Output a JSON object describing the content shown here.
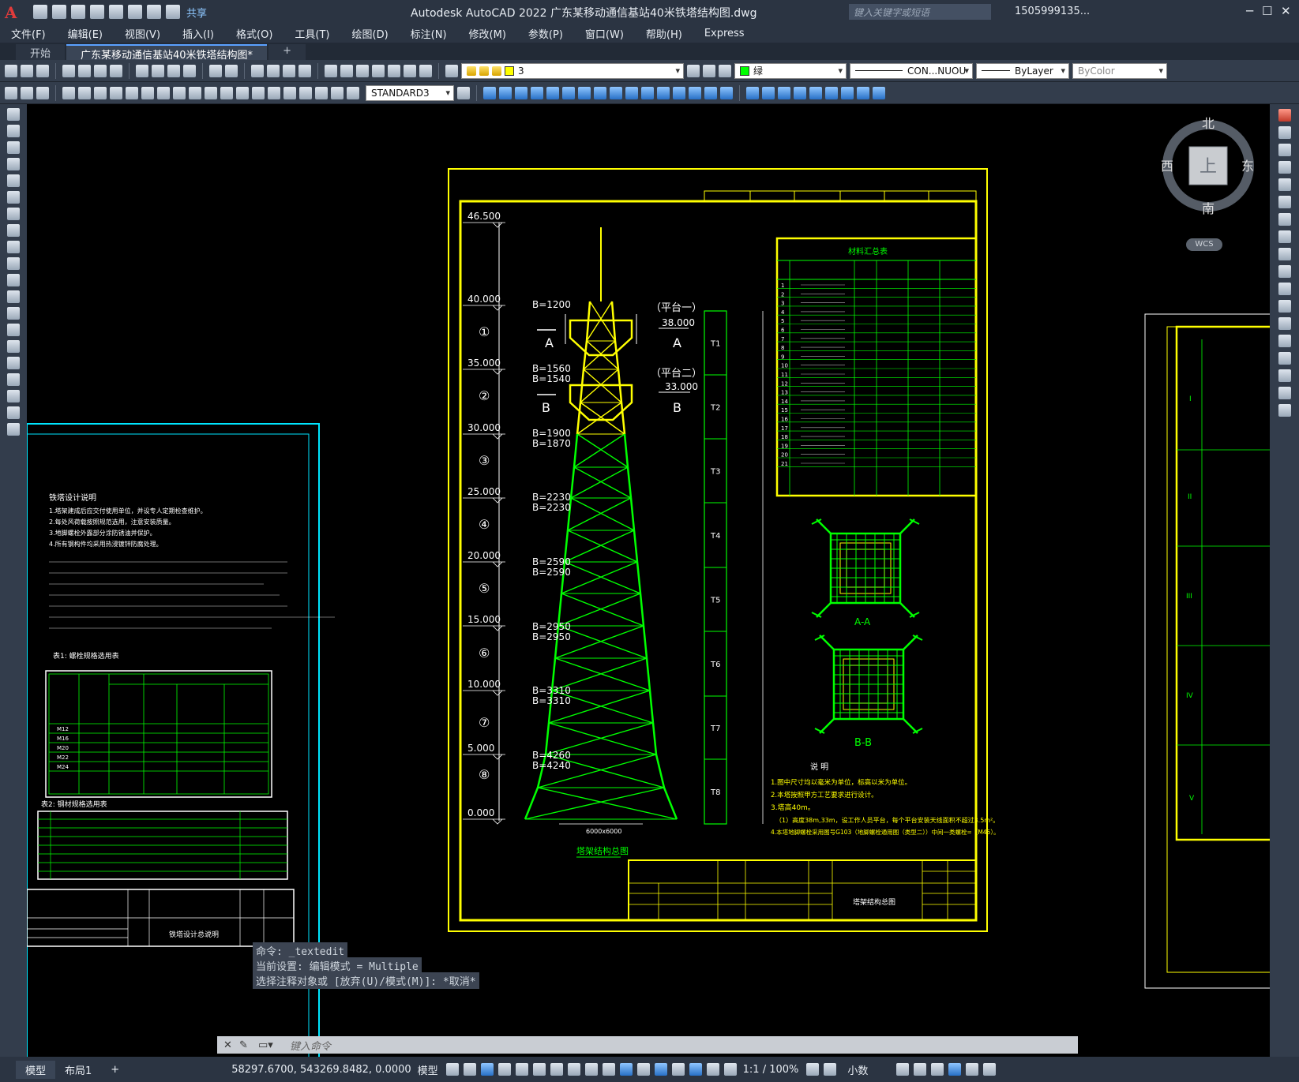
{
  "app": {
    "title": "Autodesk AutoCAD 2022    广东某移动通信基站40米铁塔结构图.dwg",
    "share_label": "共享",
    "search_placeholder": "键入关键字或短语",
    "user": "1505999135...",
    "logo_letter": "A"
  },
  "menu": [
    "文件(F)",
    "编辑(E)",
    "视图(V)",
    "插入(I)",
    "格式(O)",
    "工具(T)",
    "绘图(D)",
    "标注(N)",
    "修改(M)",
    "参数(P)",
    "窗口(W)",
    "帮助(H)",
    "Express"
  ],
  "tabs": [
    {
      "label": "开始"
    },
    {
      "label": "广东某移动通信基站40米铁塔结构图*"
    }
  ],
  "toolbar": {
    "layer_value": "3",
    "color_value": "绿",
    "linetype_value": "CON...NUOU",
    "lineweight_value": "ByLayer",
    "plotstyle_value": "ByColor",
    "dimstyle_value": "STANDARD3"
  },
  "viewcube": {
    "north": "北",
    "south": "南",
    "east": "东",
    "west": "西",
    "top": "上",
    "wcs": "WCS"
  },
  "command": {
    "history": [
      "命令: _textedit",
      "当前设置: 编辑模式 = Multiple",
      "选择注释对象或 [放弃(U)/模式(M)]: *取消*"
    ],
    "placeholder": "键入命令"
  },
  "layout_tabs": [
    "模型",
    "布局1"
  ],
  "status": {
    "coords": "58297.6700, 543269.8482, 0.0000",
    "model": "模型",
    "scale": "1:1 / 100%",
    "units": "小数"
  },
  "drawing": {
    "elevations": [
      "46.500",
      "40.000",
      "35.000",
      "30.000",
      "25.000",
      "20.000",
      "15.000",
      "10.000",
      "5.000",
      "0.000"
    ],
    "section_numbers": [
      "①",
      "②",
      "③",
      "④",
      "⑤",
      "⑥",
      "⑦",
      "⑧"
    ],
    "b_labels": [
      "B=1200",
      "B=1560",
      "B=1540",
      "B=1900",
      "B=1870",
      "B=2230",
      "B=2230",
      "B=2590",
      "B=2590",
      "B=2950",
      "B=2950",
      "B=3310",
      "B=3310",
      "B=4260",
      "B=4240"
    ],
    "platform1": "（平台一）",
    "platform1_elev": "38.000",
    "platform2": "（平台二）",
    "platform2_elev": "33.000",
    "section_a": "A",
    "section_b": "B",
    "base_dim": "6000x6000",
    "tower_title": "塔架结构总图",
    "t_labels": [
      "T1",
      "T2",
      "T3",
      "T4",
      "T5",
      "T6",
      "T7",
      "T8"
    ],
    "material_table_title": "材料汇总表",
    "aa_label": "A-A",
    "bb_label": "B-B",
    "notes_title": "说 明",
    "notes": [
      "1.图中尺寸均以毫米为单位，标高以米为单位。",
      "2.本塔按照甲方工艺要求进行设计。",
      "3.塔高40m。",
      "（1）高度38m,33m，设工作人员平台，每个平台安装天线面积不超过3.5m²。",
      "4.本塔地脚螺栓采用图号G103（地脚螺栓通用图（类型二））中间一类螺栓=（M45）。"
    ],
    "titleblock_name": "塔架结构总图",
    "left_titleblock_name": "铁塔设计总说明",
    "left_heading": "铁塔设计说明",
    "left_table_title": "表1:   螺栓规格选用表",
    "left_table2_title": "表2:   钢材规格选用表",
    "left_notes": [
      "1.塔架建成后应交付使用单位，并设专人定期检查维护。",
      "2.每处风荷载按照规范选用，注意安装质量。",
      "3.地脚螺栓外露部分涂防锈油并保护。",
      "4.所有钢构件均采用热浸镀锌防腐处理。"
    ],
    "bolt_rows": [
      "M12",
      "M16",
      "M20",
      "M22",
      "M24"
    ]
  },
  "colors": {
    "yellow": "#ffff00",
    "green": "#00ff00",
    "white": "#ffffff",
    "cyan": "#00e5ff",
    "red": "#ff2020"
  }
}
